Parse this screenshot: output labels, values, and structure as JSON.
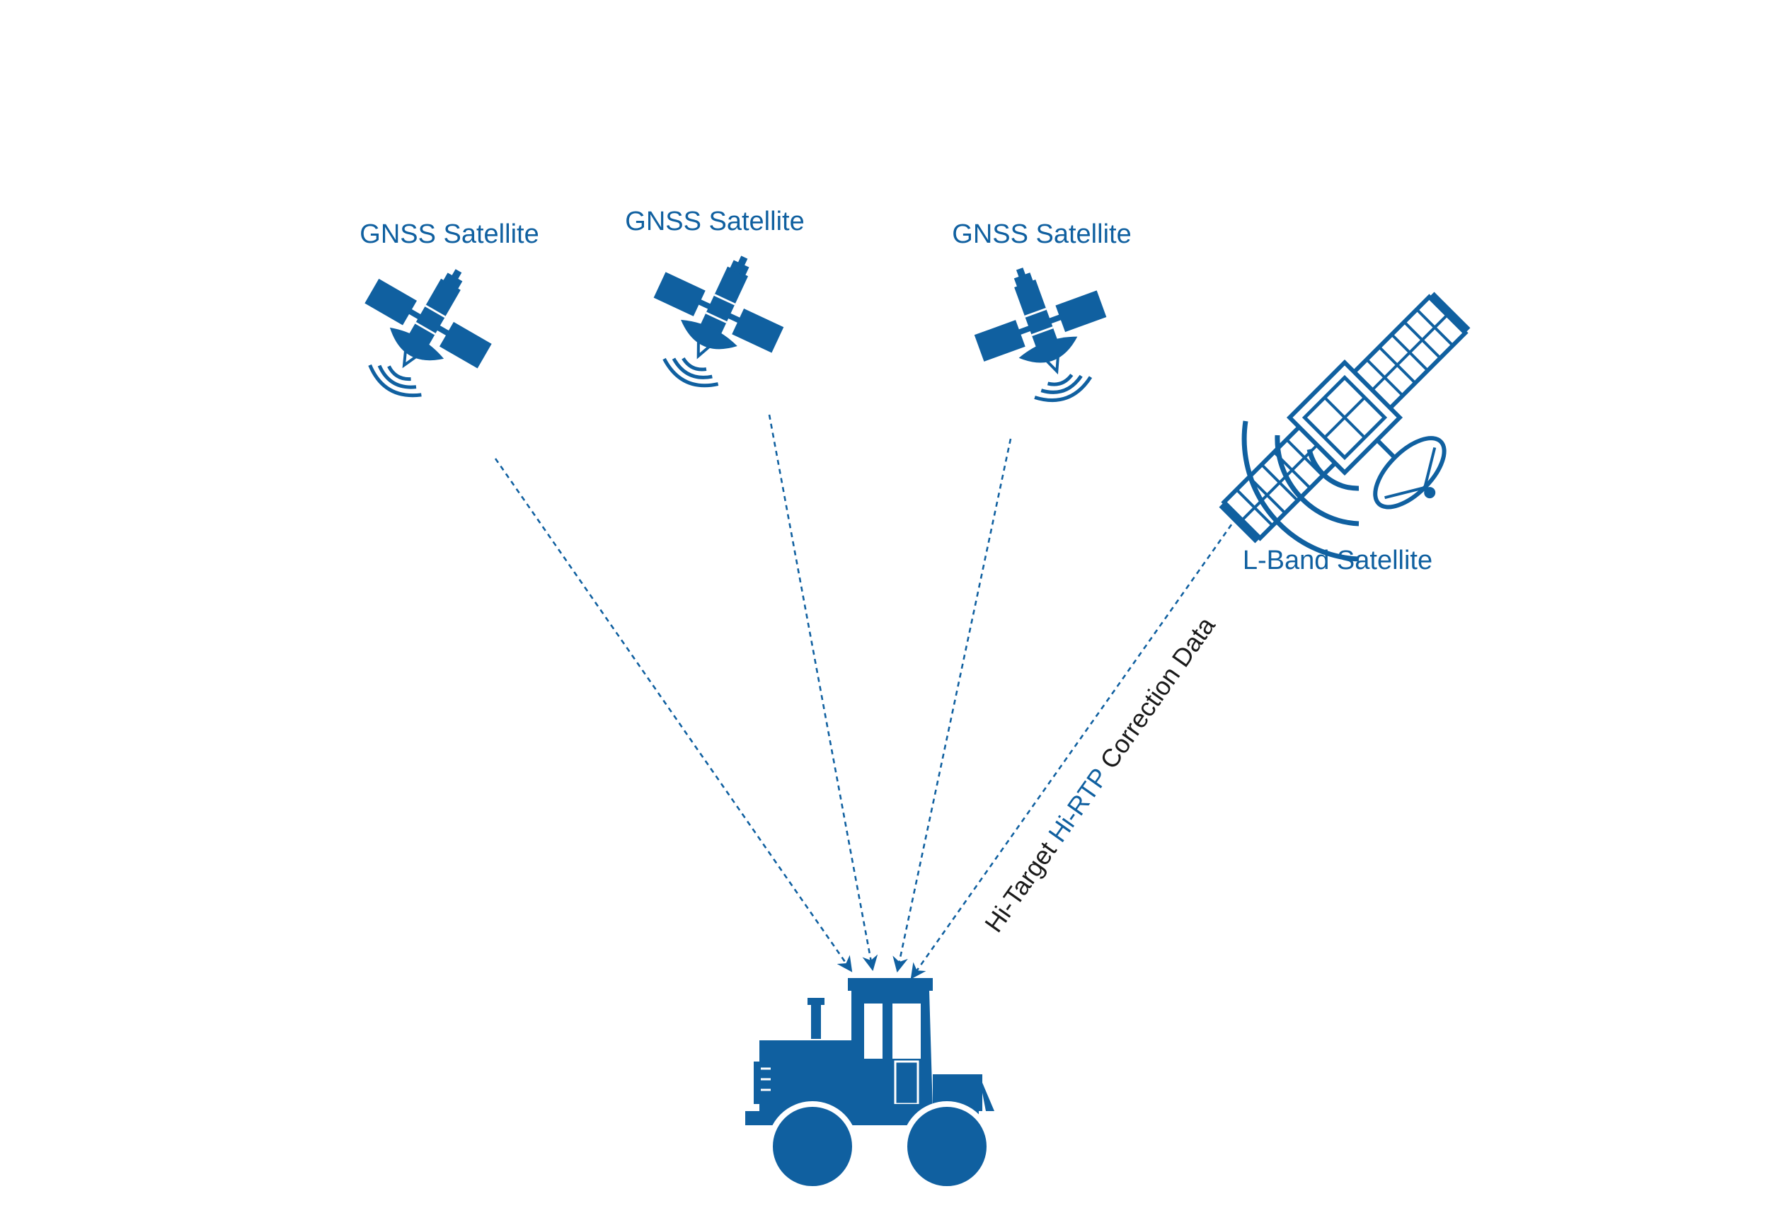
{
  "colors": {
    "primary": "#1060a0",
    "text": "#1a1a1a",
    "background": "#ffffff"
  },
  "satellites": [
    {
      "label": "GNSS Satellite",
      "icon": "gnss-satellite-icon"
    },
    {
      "label": "GNSS Satellite",
      "icon": "gnss-satellite-icon"
    },
    {
      "label": "GNSS Satellite",
      "icon": "gnss-satellite-icon"
    },
    {
      "label": "L-Band Satellite",
      "icon": "lband-satellite-icon"
    }
  ],
  "correction": {
    "prefix": "Hi-Target ",
    "highlight": "Hi-RTP",
    "suffix": " Correction Data"
  },
  "receiver": {
    "icon": "tractor-icon"
  }
}
